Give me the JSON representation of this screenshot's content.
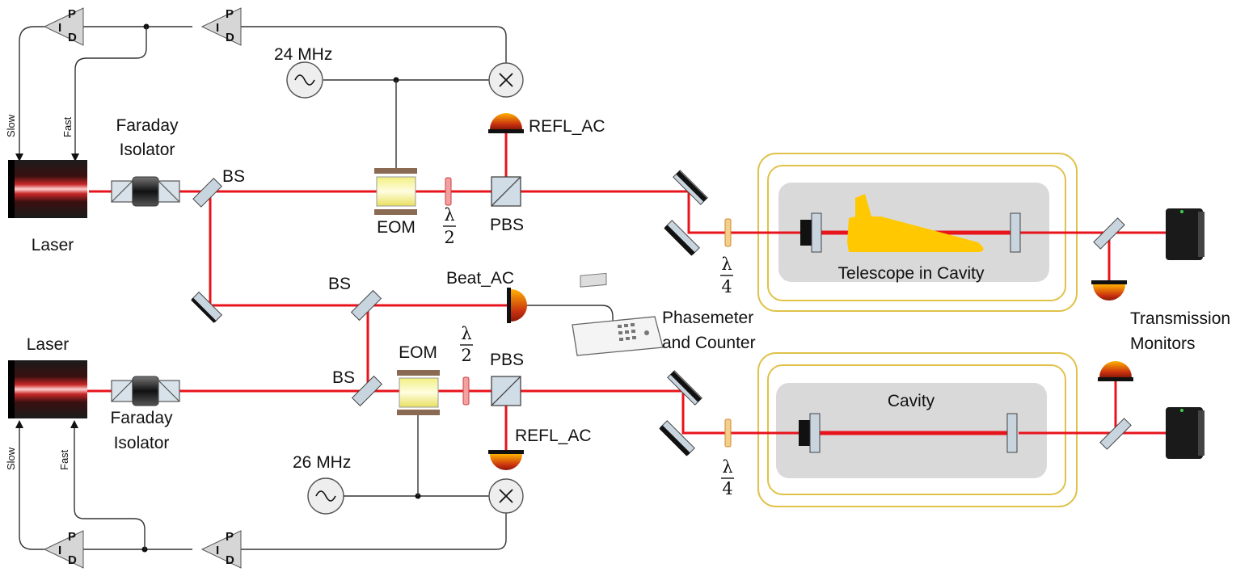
{
  "labels": {
    "faraday_isolator_top": [
      "Faraday",
      "Isolator"
    ],
    "faraday_isolator_bottom": [
      "Faraday",
      "Isolator"
    ],
    "laser_top": "Laser",
    "laser_bottom": "Laser",
    "bs_top": "BS",
    "bs_middle": "BS",
    "bs_lower": "BS",
    "eom_top": "EOM",
    "eom_bottom": "EOM",
    "pbs_top": "PBS",
    "pbs_bottom": "PBS",
    "refl_ac_top": "REFL_AC",
    "refl_ac_bottom": "REFL_AC",
    "beat_ac": "Beat_AC",
    "freq_top": "24 MHz",
    "freq_bottom": "26 MHz",
    "phasemeter": [
      "Phasemeter",
      "and Counter"
    ],
    "telescope_cavity": "Telescope in Cavity",
    "cavity": "Cavity",
    "transmission_monitors": [
      "Transmission",
      "Monitors"
    ],
    "slow": "Slow",
    "fast": "Fast",
    "lambda": "λ",
    "half_denominator": "2",
    "quarter_denominator": "4",
    "pid_p": "P",
    "pid_i": "I",
    "pid_d": "D"
  },
  "colors": {
    "beam": "#e8141c",
    "cavity_box": "#d9d9d9",
    "enclosure": "#e0c24a",
    "telescope": "#ffc800",
    "pid_fill": "#d6d6d6"
  }
}
